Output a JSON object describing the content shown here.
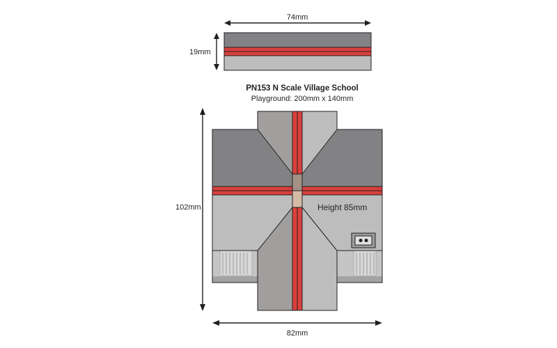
{
  "dimensions": {
    "side_width": "74mm",
    "side_height": "19mm",
    "plan_height": "102mm",
    "plan_width": "82mm"
  },
  "header": {
    "title": "PN153 N Scale Village School",
    "subtitle": "Playground: 200mm x 140mm"
  },
  "annotation": {
    "height": "Height 85mm"
  },
  "colors": {
    "roof_dark": "#828284",
    "roof_mid": "#a19f9d",
    "roof_light": "#bdbdbd",
    "ridge_red": "#d9403d",
    "wall_grey": "#c5c5c5",
    "window_grey": "#d8d8d8",
    "chimney_light": "#d3bba6",
    "chimney_dark": "#a39285",
    "outline": "#231f20"
  }
}
